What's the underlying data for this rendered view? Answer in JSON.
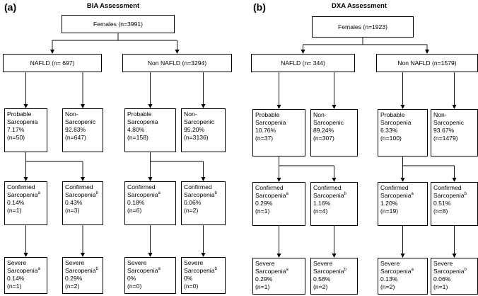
{
  "panels": [
    {
      "label": "(a)",
      "title": "BIA Assessment",
      "root": "Females (n=3991)",
      "groups": [
        {
          "name": "NAFLD (n= 697)",
          "probable": [
            "Probable",
            "Sarcopenia",
            "7.17%",
            "(n=50)"
          ],
          "non": [
            "Non-",
            "Sarcopenic",
            "92.83%",
            "(n=647)"
          ],
          "confirmed": {
            "lines": [
              "Confirmed",
              "Sarcopenia",
              "0.14%",
              "(n=1)"
            ],
            "sup": "a"
          },
          "confirmed2": {
            "lines": [
              "Confirmed",
              "Sarcopenia",
              "0.43%",
              "(n=3)"
            ],
            "sup": "b"
          },
          "severe": {
            "lines": [
              "Severe",
              "Sarcopenia",
              "0.14%",
              "(n=1)"
            ],
            "sup": "a"
          },
          "severe2": {
            "lines": [
              "Severe",
              "Sarcopenia",
              "0.29%",
              "(n=2)"
            ],
            "sup": "b"
          }
        },
        {
          "name": "Non NAFLD (n=3294)",
          "probable": [
            "Probable",
            "Sarcopenia",
            "4.80%",
            "(n=158)"
          ],
          "non": [
            "Non-",
            "Sarcopenic",
            "95.20%",
            "(n=3136)"
          ],
          "confirmed": {
            "lines": [
              "Confirmed",
              "Sarcopenia",
              "0.18%",
              "(n=6)"
            ],
            "sup": "a"
          },
          "confirmed2": {
            "lines": [
              "Confirmed",
              "Sarcopenia",
              "0.06%",
              "(n=2)"
            ],
            "sup": "b"
          },
          "severe": {
            "lines": [
              "Severe",
              "Sarcopenia",
              "0%",
              "(n=0)"
            ],
            "sup": "a"
          },
          "severe2": {
            "lines": [
              "Severe",
              "Sarcopenia",
              "0%",
              "(n=0)"
            ],
            "sup": "b"
          }
        }
      ]
    },
    {
      "label": "(b)",
      "title": "DXA Assessment",
      "root": "Females (n=1923)",
      "groups": [
        {
          "name": "NAFLD (n= 344)",
          "probable": [
            "Probable",
            "Sarcopenia",
            "10.76%",
            "(n=37)"
          ],
          "non": [
            "Non-",
            "Sarcopenic",
            "89.24%",
            "(n=307)"
          ],
          "confirmed": {
            "lines": [
              "Confirmed",
              "Sarcopenia",
              "0.29%",
              "(n=1)"
            ],
            "sup": "a"
          },
          "confirmed2": {
            "lines": [
              "Confirmed",
              "Sarcopenia",
              "1.16%",
              "(n=4)"
            ],
            "sup": "b"
          },
          "severe": {
            "lines": [
              "Severe",
              "Sarcopenia",
              "0.29%",
              "(n=1)"
            ],
            "sup": "a"
          },
          "severe2": {
            "lines": [
              "Severe",
              "Sarcopenia",
              "0.58%",
              "(n=2)"
            ],
            "sup": "b"
          }
        },
        {
          "name": "Non NAFLD (n=1579)",
          "probable": [
            "Probable",
            "Sarcopenia",
            "6.33%",
            "(n=100)"
          ],
          "non": [
            "Non-",
            "Sarcopenic",
            "93.67%",
            "(n=1479)"
          ],
          "confirmed": {
            "lines": [
              "Confirmed",
              "Sarcopenia",
              "1.20%",
              "(n=19)"
            ],
            "sup": "a"
          },
          "confirmed2": {
            "lines": [
              "Confirmed",
              "Sarcopenia",
              "0.51%",
              "(n=8)"
            ],
            "sup": "b"
          },
          "severe": {
            "lines": [
              "Severe",
              "Sarcopenia",
              "0.13%",
              "(n=2)"
            ],
            "sup": "a"
          },
          "severe2": {
            "lines": [
              "Severe",
              "Sarcopenia",
              "0.06%",
              "(n=1)"
            ],
            "sup": "b"
          }
        }
      ]
    }
  ]
}
